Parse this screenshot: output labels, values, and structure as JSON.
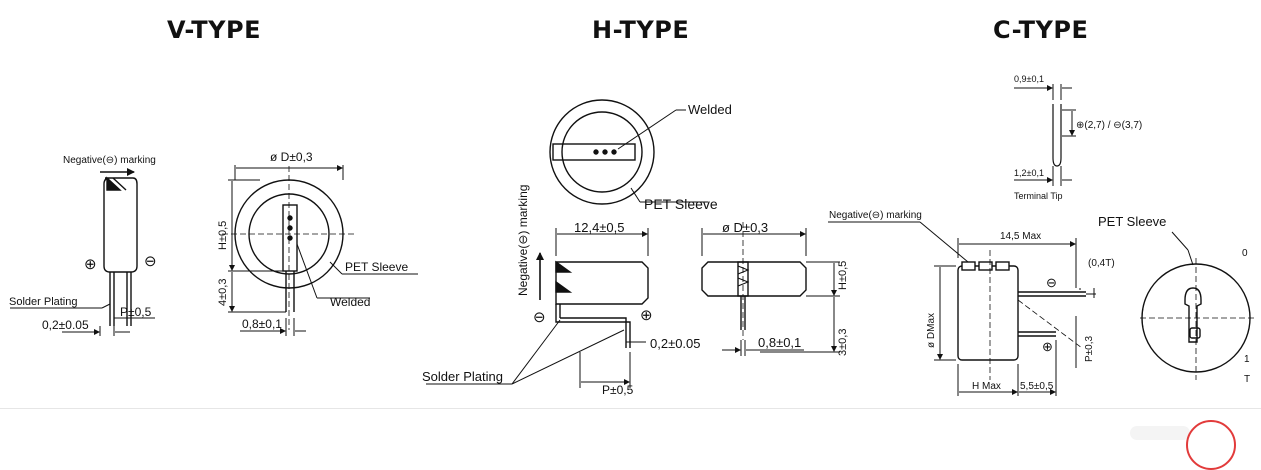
{
  "titles": {
    "v": "V-TYPE",
    "h": "H-TYPE",
    "c": "C-TYPE"
  },
  "v": {
    "negative_marking": "Negative(⊖) marking",
    "plus": "⊕",
    "minus": "⊖",
    "solder_plating": "Solder Plating",
    "lead_thickness": "0,2±0.05",
    "pitch": "P±0,5",
    "diameter": "ø D±0,3",
    "height": "H±0,5",
    "lead_length": "4±0,3",
    "lead_width": "0,8±0,1",
    "pet_sleeve": "PET Sleeve",
    "welded": "Welded"
  },
  "h": {
    "welded": "Welded",
    "pet_sleeve": "PET Sleeve",
    "negative_marking": "Negative(⊖) marking",
    "width": "12,4±0,5",
    "diameter": "ø D±0,3",
    "height": "H±0,5",
    "lead_length": "3±0,3",
    "lead_thickness": "0,2±0.05",
    "lead_width": "0,8±0,1",
    "solder_plating": "Solder Plating",
    "pitch": "P±0,5",
    "plus": "⊕",
    "minus": "⊖"
  },
  "c": {
    "tip_width": "0,9±0,1",
    "tip_dims": "⊕(2,7) / ⊖(3,7)",
    "tip_thickness": "1,2±0,1",
    "terminal_tip": "Terminal Tip",
    "negative_marking": "Negative(⊖) marking",
    "width": "14,5 Max",
    "thickness": "(0,4T)",
    "diameter": "ø DMax",
    "pitch": "P±0,3",
    "height": "H Max",
    "lead_length": "5,5±0,5",
    "pet_sleeve": "PET Sleeve",
    "plus": "⊕",
    "minus": "⊖",
    "edge_a": "0",
    "edge_b": "1",
    "edge_c": "T"
  }
}
